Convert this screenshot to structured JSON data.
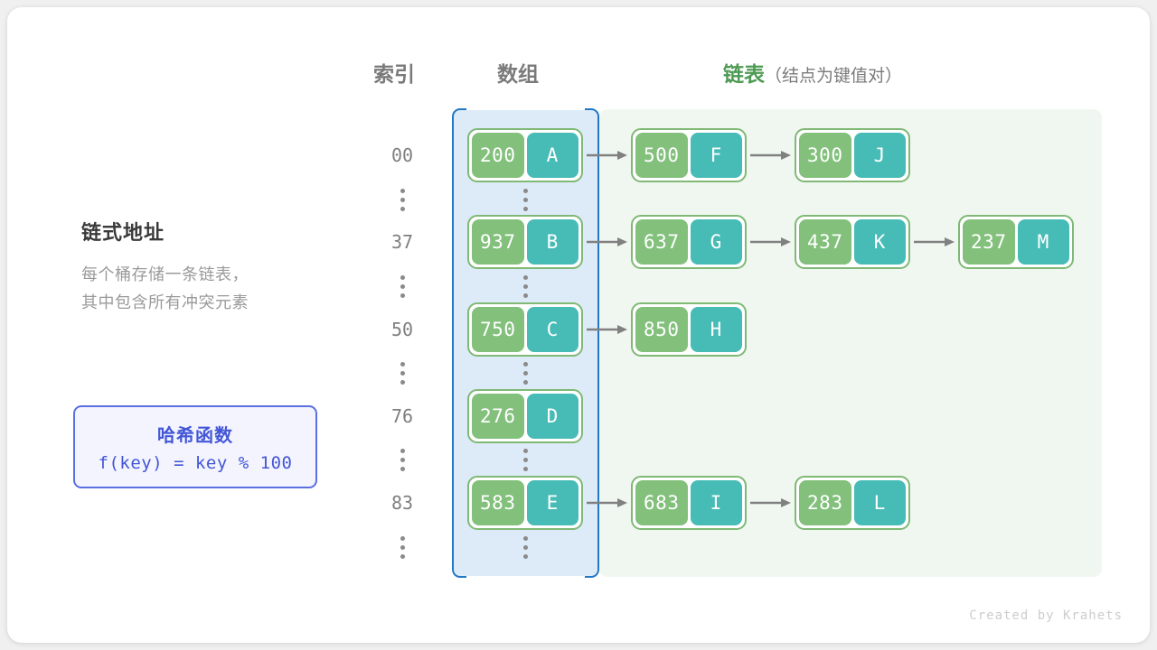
{
  "headers": {
    "index": "索引",
    "array": "数组",
    "list_main": "链表",
    "list_sub": "（结点为键值对）",
    "list_color": "#4e9a54"
  },
  "caption": {
    "title": "链式地址",
    "line1": "每个桶存储一条链表，",
    "line2": "其中包含所有冲突元素"
  },
  "hash_function": {
    "title": "哈希函数",
    "formula": "f(key) = key % 100",
    "accent": "#4356d6",
    "fill": "#f3f4fd"
  },
  "colors": {
    "array_region_fill": "#ddeaf7",
    "array_region_border": "#2178c4",
    "list_region_fill": "#f0f7f0",
    "node_border": "#7fb975",
    "node_key_fill": "#82c07c",
    "node_value_fill": "#47bcb6",
    "arrow": "#808080",
    "index_text": "#7f7f7f"
  },
  "ellipsis_glyph": "vertical-ellipsis",
  "rows": [
    {
      "index": "00",
      "nodes": [
        {
          "key": "200",
          "value": "A"
        },
        {
          "key": "500",
          "value": "F"
        },
        {
          "key": "300",
          "value": "J"
        }
      ]
    },
    {
      "index": "37",
      "nodes": [
        {
          "key": "937",
          "value": "B"
        },
        {
          "key": "637",
          "value": "G"
        },
        {
          "key": "437",
          "value": "K"
        },
        {
          "key": "237",
          "value": "M"
        }
      ]
    },
    {
      "index": "50",
      "nodes": [
        {
          "key": "750",
          "value": "C"
        },
        {
          "key": "850",
          "value": "H"
        }
      ]
    },
    {
      "index": "76",
      "nodes": [
        {
          "key": "276",
          "value": "D"
        }
      ]
    },
    {
      "index": "83",
      "nodes": [
        {
          "key": "583",
          "value": "E"
        },
        {
          "key": "683",
          "value": "I"
        },
        {
          "key": "283",
          "value": "L"
        }
      ]
    }
  ],
  "footer": "Created by Krahets"
}
